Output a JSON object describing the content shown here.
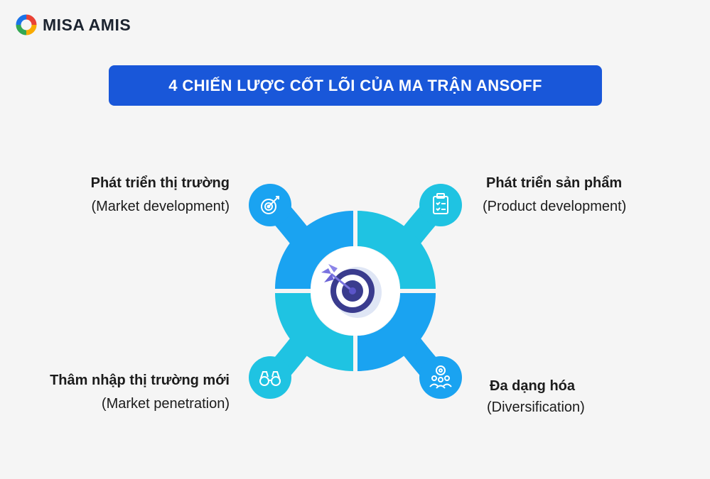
{
  "brand": {
    "name": "MISA AMIS"
  },
  "title": "4 CHIẾN LƯỢC CỐT LÕI CỦA MA TRẬN ANSOFF",
  "strategies": [
    {
      "vn": "Phát triển thị trường",
      "en": "(Market development)",
      "icon": "target-icon"
    },
    {
      "vn": "Phát triển sản phẩm",
      "en": "(Product development)",
      "icon": "clipboard-checklist-icon"
    },
    {
      "vn": "Thâm nhập thị trường mới",
      "en": "(Market penetration)",
      "icon": "binoculars-icon"
    },
    {
      "vn": "Đa dạng hóa",
      "en": "(Diversification)",
      "icon": "team-gear-icon"
    }
  ],
  "colors": {
    "background": "#f5f5f5",
    "banner": "#1957d9",
    "segment_blue": "#1aa3f1",
    "segment_cyan": "#1fc3e2",
    "center_circle": "#ffffff",
    "target_dark": "#3a3c8e",
    "target_light": "#dfe6f5",
    "dart": "#7a73e0"
  }
}
